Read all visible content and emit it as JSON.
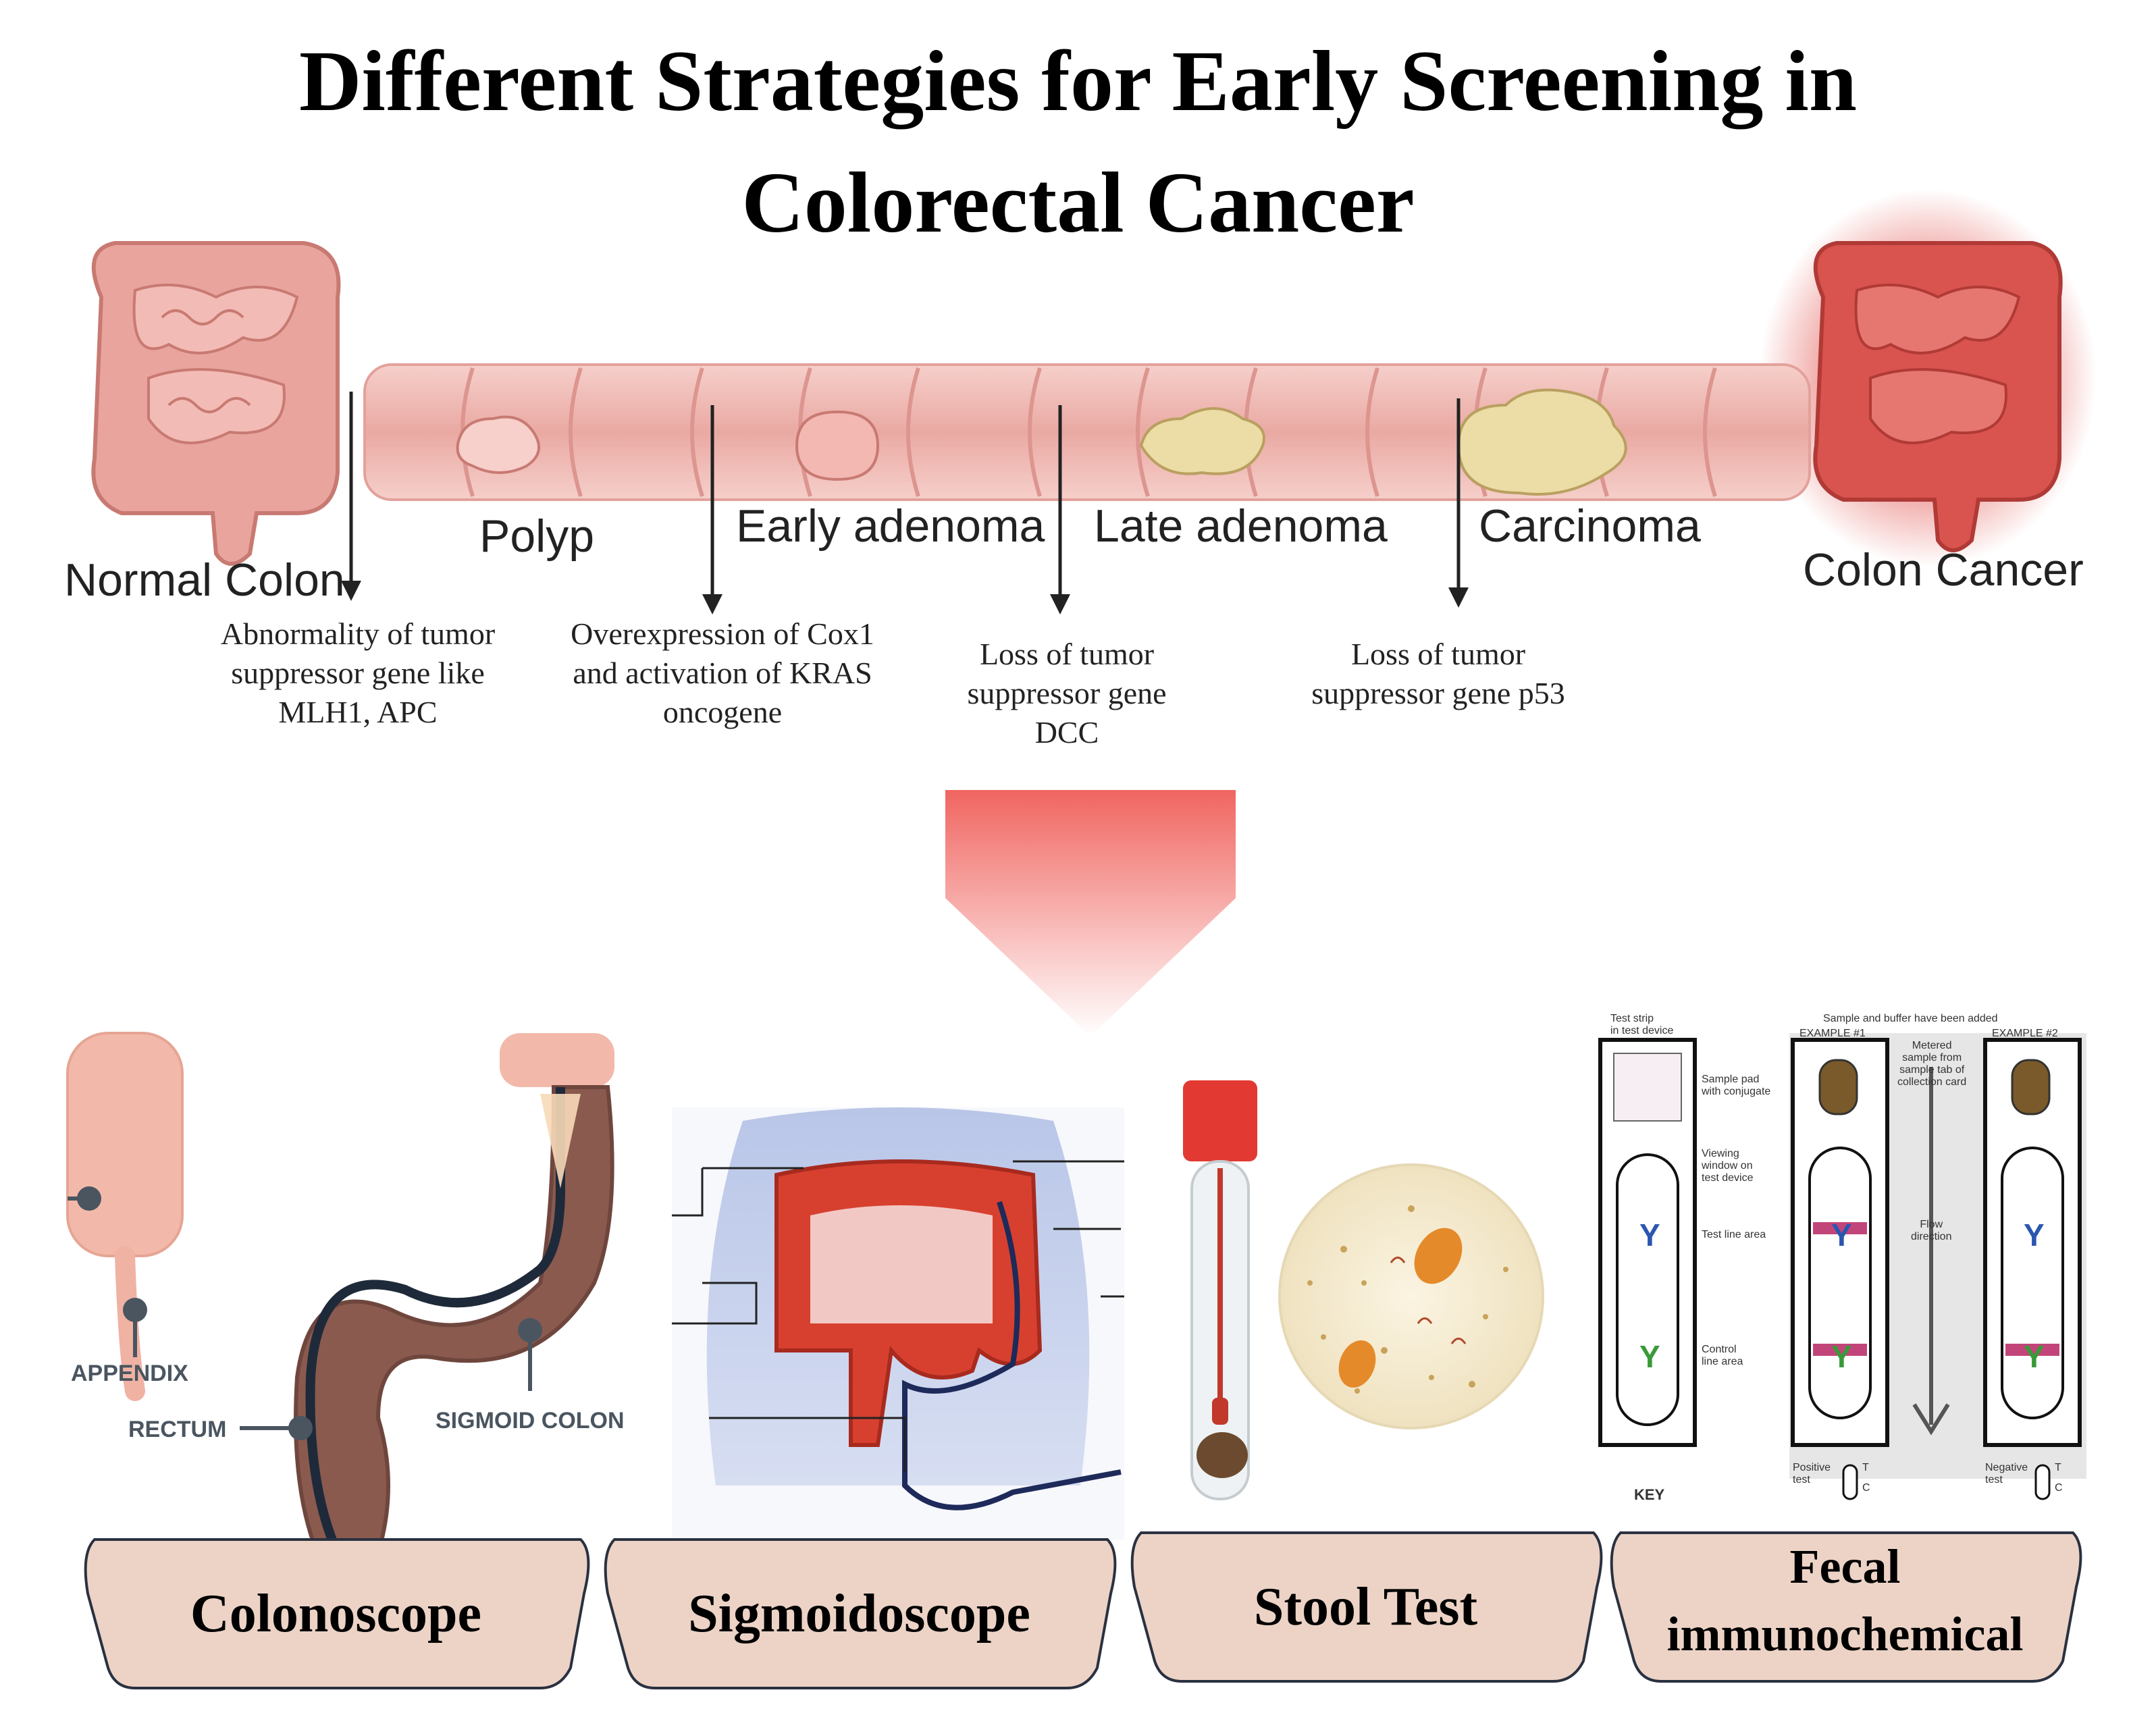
{
  "title": {
    "line1": "Different Strategies for Early Screening in",
    "line2": "Colorectal Cancer"
  },
  "progression": {
    "start": "Normal Colon",
    "end": "Colon Cancer",
    "stages": [
      "Polyp",
      "Early adenoma",
      "Late adenoma",
      "Carcinoma"
    ],
    "events": [
      [
        "Abnormality of tumor",
        "suppressor gene like",
        "MLH1, APC"
      ],
      [
        "Overexpression of Cox1",
        "and activation of KRAS",
        "oncogene"
      ],
      [
        "Loss of tumor",
        "suppressor gene",
        "DCC"
      ],
      [
        "Loss of tumor",
        "suppressor gene p53"
      ]
    ]
  },
  "colonoscope_labels": {
    "appendix": "APPENDIX",
    "rectum": "RECTUM",
    "sigmoid": "SIGMOID COLON"
  },
  "fit_figure": {
    "header": "Sample and buffer have been added",
    "strip_title": "Test strip\nin test device",
    "example1": "EXAMPLE #1",
    "example2": "EXAMPLE #2",
    "sample_pad": "Sample pad\nwith conjugate",
    "viewing_window": "Viewing\nwindow on\ntest device",
    "test_line": "Test line area",
    "control_line": "Control\nline area",
    "metered": "Metered\nsample from\nsample tab of\ncollection card",
    "flow": "Flow\ndirection",
    "positive": "Positive\ntest",
    "negative": "Negative\ntest",
    "t": "T",
    "c": "C",
    "key": "KEY"
  },
  "methods": {
    "colonoscope": "Colonoscope",
    "sigmoidoscope": "Sigmoidoscope",
    "stool": "Stool Test",
    "fit_line1": "Fecal",
    "fit_line2": "immunochemical"
  },
  "colors": {
    "colon_pink": "#e9a49e",
    "colon_dark": "#c87a72",
    "cancer_red": "#d9534f",
    "polyp": "#f3c0bc",
    "tumor": "#e8d8a0",
    "arrow_top": "#f06560",
    "arrow_bottom": "#ffffff",
    "label_box": "#ecd3c6",
    "scope_colon": "#8a5a4f",
    "scope_line": "#1e2a3a"
  }
}
